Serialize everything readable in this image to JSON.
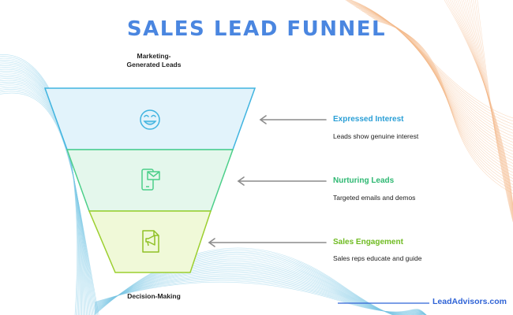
{
  "title": "SALES LEAD FUNNEL",
  "funnel": {
    "top_label": "Marketing-\nGenerated Leads",
    "bottom_label": "Decision-Making",
    "stages": [
      {
        "title": "Expressed Interest",
        "description": "Leads show genuine interest",
        "icon": "smiley-face-icon",
        "fill": "#e2f3fb",
        "stroke": "#40b4e0",
        "title_color": "#2a9fd6"
      },
      {
        "title": "Nurturing Leads",
        "description": "Targeted emails and demos",
        "icon": "mobile-email-icon",
        "fill": "#e4f7ec",
        "stroke": "#4ccf8a",
        "title_color": "#2eb872"
      },
      {
        "title": "Sales Engagement",
        "description": "Sales reps educate and guide",
        "icon": "megaphone-document-icon",
        "fill": "#f0f9d8",
        "stroke": "#9ccf2f",
        "title_color": "#6fbb22"
      }
    ]
  },
  "brand": "LeadAdvisors.com",
  "colors": {
    "title": "#4a86e0",
    "arrow": "#8c8c8c",
    "brand": "#2f63d6",
    "wave_blue": "#7cc8e6",
    "wave_orange": "#f4b98a"
  }
}
